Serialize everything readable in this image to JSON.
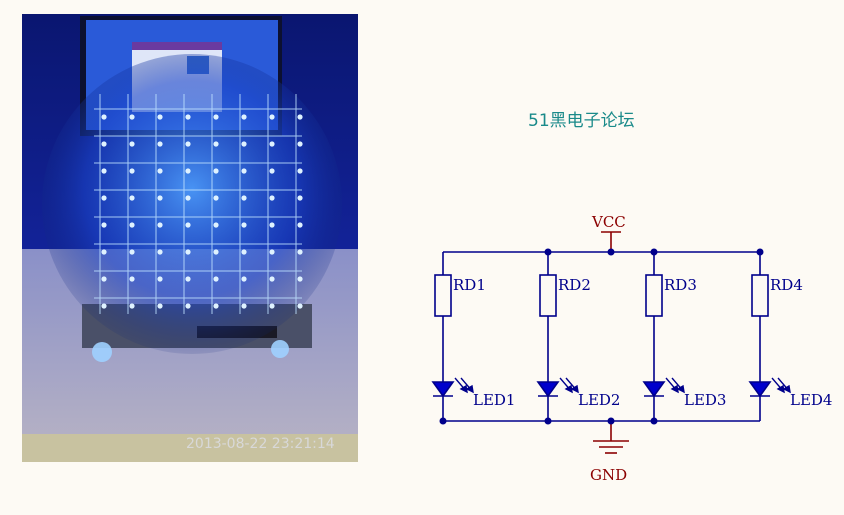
{
  "photo": {
    "timestamp": "2013-08-22 23:21:14"
  },
  "header": {
    "forum_title": "51黑电子论坛"
  },
  "schematic": {
    "vcc_label": "VCC",
    "gnd_label": "GND",
    "resistors": [
      "RD1",
      "RD2",
      "RD3",
      "RD4"
    ],
    "leds": [
      "LED1",
      "LED2",
      "LED3",
      "LED4"
    ]
  },
  "colors": {
    "wire": "#00008b",
    "power": "#8b0000",
    "title": "#1a8a8a",
    "background": "#fdfaf4"
  }
}
